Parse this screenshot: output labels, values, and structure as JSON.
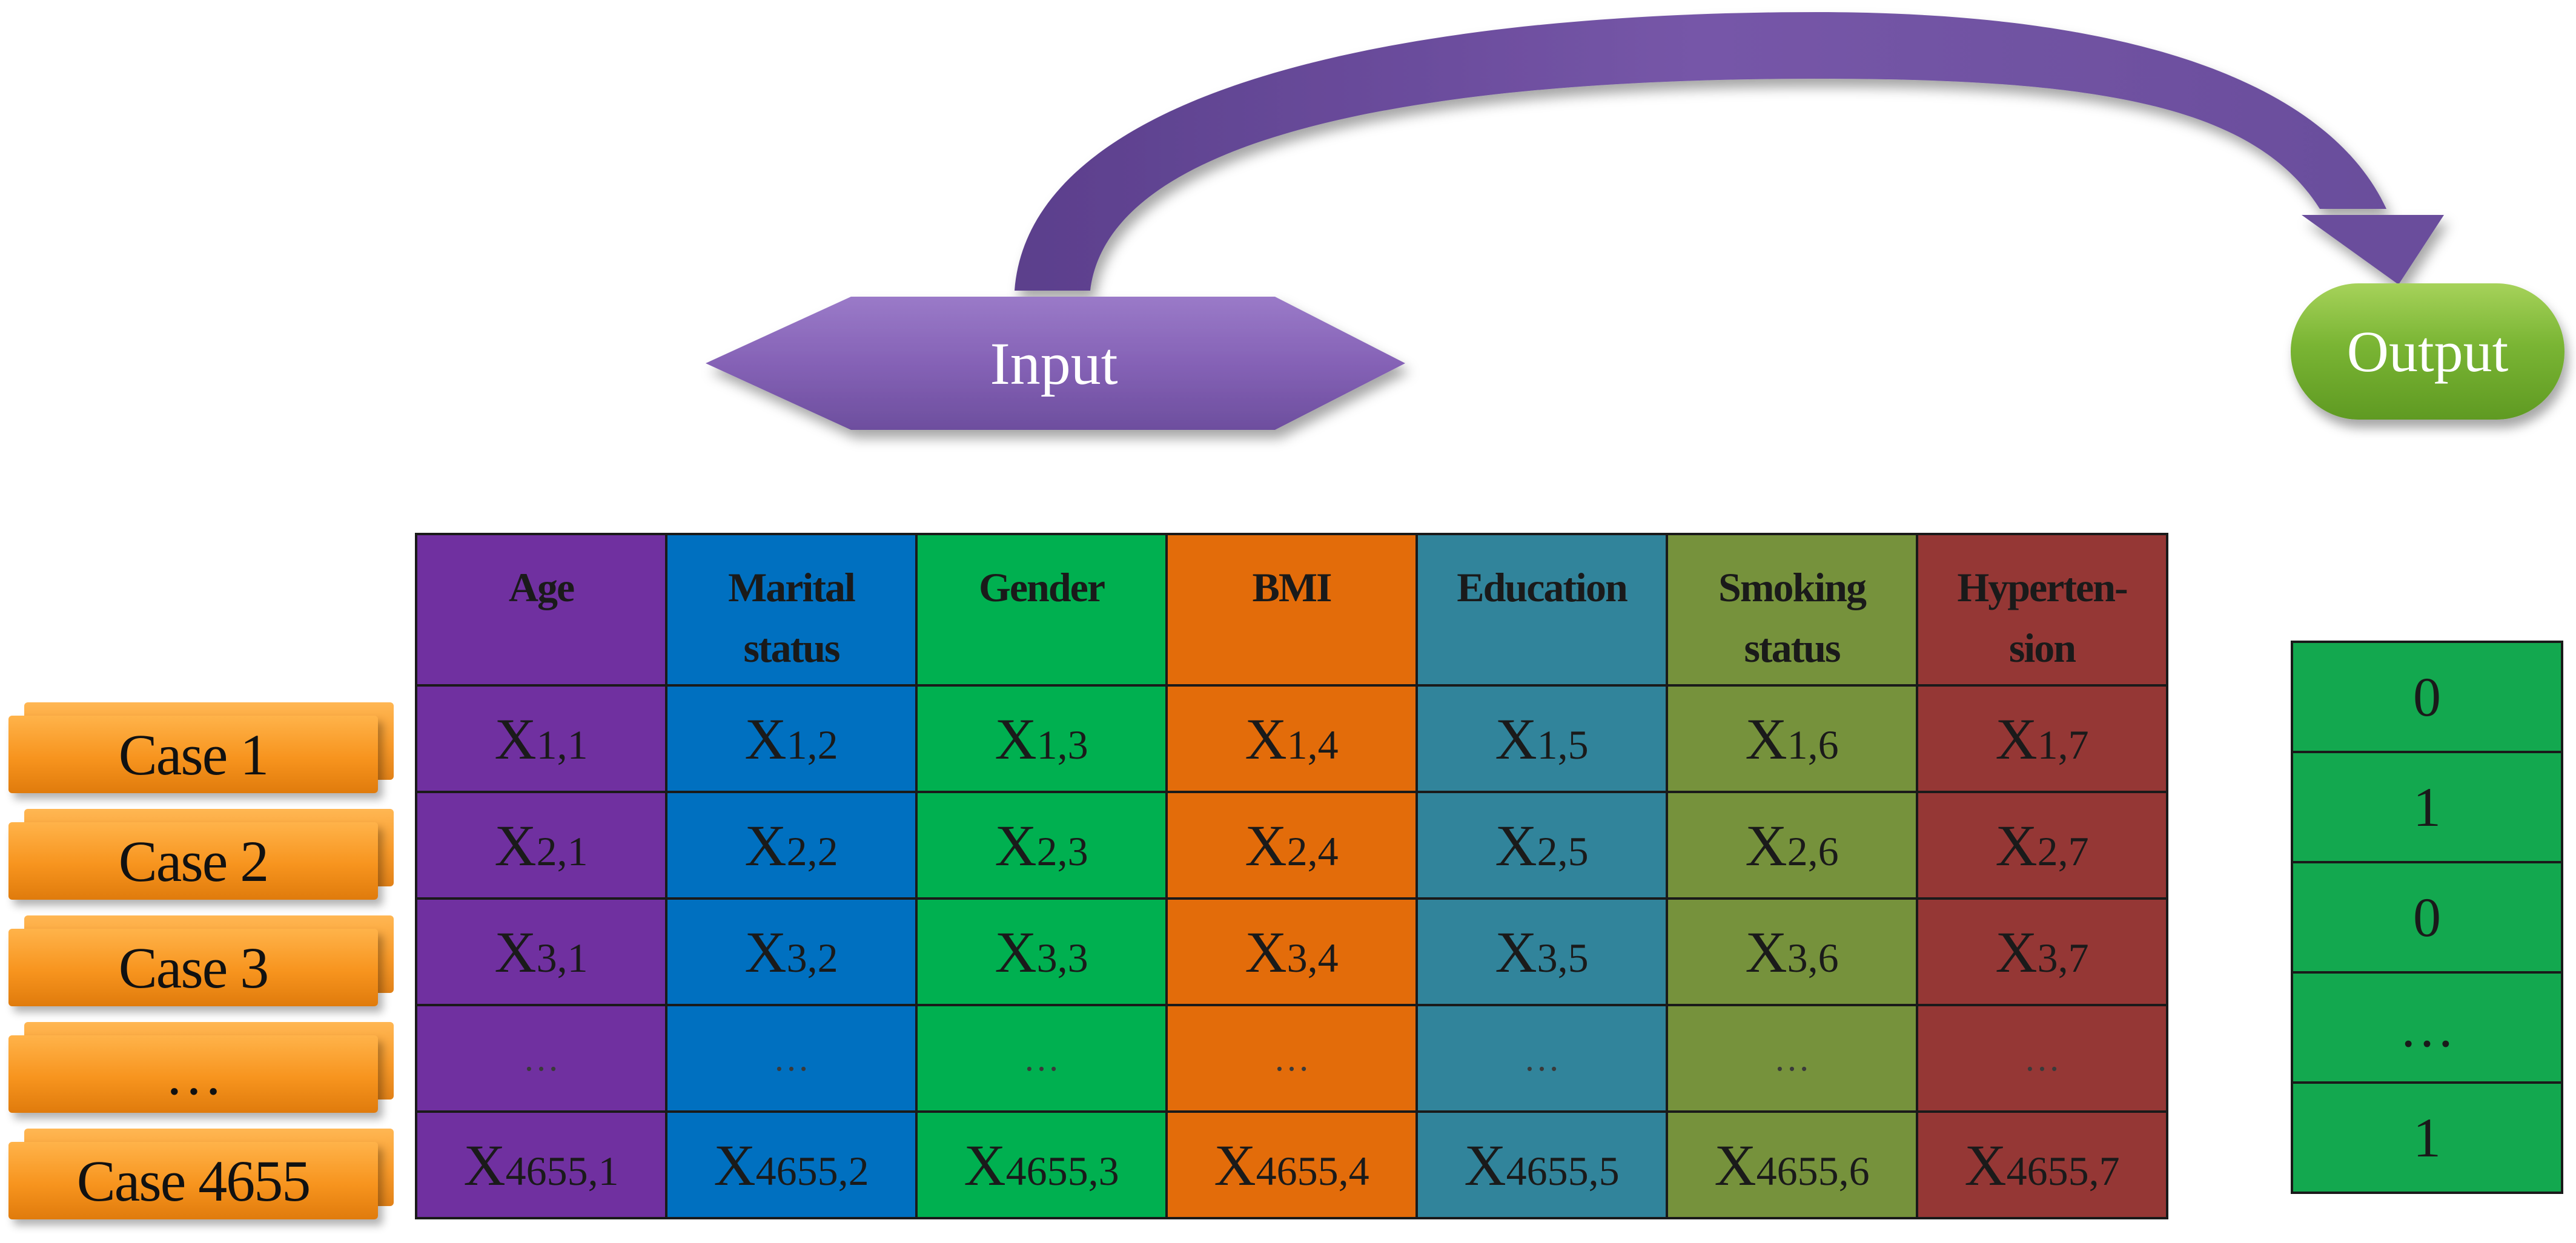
{
  "input_label": "Input",
  "output_label": "Output",
  "colors": {
    "arrow_purple": "#6a4e9c",
    "input_purple": "#8562b6",
    "output_green": "#7ab534",
    "case_orange": "#f7941e",
    "output_cell_green": "#13a84f"
  },
  "columns": [
    {
      "header": [
        "Age"
      ],
      "color": "#7030a0"
    },
    {
      "header": [
        "Marital",
        "status"
      ],
      "color": "#0070c0"
    },
    {
      "header": [
        "Gender"
      ],
      "color": "#00b050"
    },
    {
      "header": [
        "BMI"
      ],
      "color": "#e36c0a"
    },
    {
      "header": [
        "Education"
      ],
      "color": "#31849b"
    },
    {
      "header": [
        "Smoking",
        "status"
      ],
      "color": "#76923c"
    },
    {
      "header": [
        "Hyperten-",
        "sion"
      ],
      "color": "#953735"
    }
  ],
  "rows": [
    {
      "case": "Case 1",
      "cells": [
        "1,1",
        "1,2",
        "1,3",
        "1,4",
        "1,5",
        "1,6",
        "1,7"
      ],
      "output": "0"
    },
    {
      "case": "Case 2",
      "cells": [
        "2,1",
        "2,2",
        "2,3",
        "2,4",
        "2,5",
        "2,6",
        "2,7"
      ],
      "output": "1"
    },
    {
      "case": "Case 3",
      "cells": [
        "3,1",
        "3,2",
        "3,3",
        "3,4",
        "3,5",
        "3,6",
        "3,7"
      ],
      "output": "0"
    },
    {
      "case": "…",
      "ellipsis": "…",
      "output": "…"
    },
    {
      "case": "Case 4655",
      "cells": [
        "4655,1",
        "4655,2",
        "4655,3",
        "4655,4",
        "4655,5",
        "4655,6",
        "4655,7"
      ],
      "output": "1"
    }
  ],
  "cell_symbol": "X"
}
